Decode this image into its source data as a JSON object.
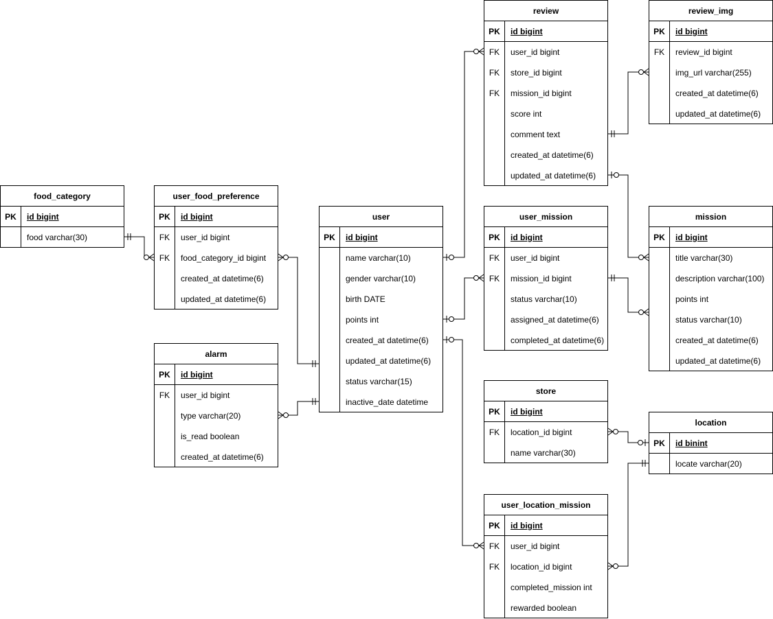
{
  "tables": {
    "food_category": {
      "name": "food_category",
      "rows": [
        {
          "key": "PK",
          "field": "id bigint"
        },
        {
          "key": "",
          "field": "food varchar(30)"
        }
      ]
    },
    "user_food_preference": {
      "name": "user_food_preference",
      "rows": [
        {
          "key": "PK",
          "field": "id bigint"
        },
        {
          "key": "FK",
          "field": "user_id bigint"
        },
        {
          "key": "FK",
          "field": "food_category_id bigint"
        },
        {
          "key": "",
          "field": "created_at datetime(6)"
        },
        {
          "key": "",
          "field": "updated_at datetime(6)"
        }
      ]
    },
    "alarm": {
      "name": "alarm",
      "rows": [
        {
          "key": "PK",
          "field": "id bigint"
        },
        {
          "key": "FK",
          "field": "user_id bigint"
        },
        {
          "key": "",
          "field": "type varchar(20)"
        },
        {
          "key": "",
          "field": "is_read boolean"
        },
        {
          "key": "",
          "field": "created_at datetime(6)"
        }
      ]
    },
    "user": {
      "name": "user",
      "rows": [
        {
          "key": "PK",
          "field": "id bigint"
        },
        {
          "key": "",
          "field": "name varchar(10)"
        },
        {
          "key": "",
          "field": "gender varchar(10)"
        },
        {
          "key": "",
          "field": "birth DATE"
        },
        {
          "key": "",
          "field": "points int"
        },
        {
          "key": "",
          "field": "created_at datetime(6)"
        },
        {
          "key": "",
          "field": "updated_at datetime(6)"
        },
        {
          "key": "",
          "field": "status varchar(15)"
        },
        {
          "key": "",
          "field": "inactive_date datetime"
        }
      ]
    },
    "review": {
      "name": "review",
      "rows": [
        {
          "key": "PK",
          "field": "id bigint"
        },
        {
          "key": "FK",
          "field": "user_id bigint"
        },
        {
          "key": "FK",
          "field": "store_id bigint"
        },
        {
          "key": "FK",
          "field": "mission_id bigint"
        },
        {
          "key": "",
          "field": "score int"
        },
        {
          "key": "",
          "field": "comment text"
        },
        {
          "key": "",
          "field": "created_at datetime(6)"
        },
        {
          "key": "",
          "field": "updated_at datetime(6)"
        }
      ]
    },
    "review_img": {
      "name": "review_img",
      "rows": [
        {
          "key": "PK",
          "field": "id bigint"
        },
        {
          "key": "FK",
          "field": "review_id bigint"
        },
        {
          "key": "",
          "field": "img_url varchar(255)"
        },
        {
          "key": "",
          "field": "created_at datetime(6)"
        },
        {
          "key": "",
          "field": "updated_at datetime(6)"
        }
      ]
    },
    "user_mission": {
      "name": "user_mission",
      "rows": [
        {
          "key": "PK",
          "field": "id bigint"
        },
        {
          "key": "FK",
          "field": "user_id bigint"
        },
        {
          "key": "FK",
          "field": "mission_id bigint"
        },
        {
          "key": "",
          "field": "status varchar(10)"
        },
        {
          "key": "",
          "field": "assigned_at datetime(6)"
        },
        {
          "key": "",
          "field": "completed_at datetime(6)"
        }
      ]
    },
    "mission": {
      "name": "mission",
      "rows": [
        {
          "key": "PK",
          "field": "id bigint"
        },
        {
          "key": "",
          "field": "title varchar(30)"
        },
        {
          "key": "",
          "field": "description varchar(100)"
        },
        {
          "key": "",
          "field": "points int"
        },
        {
          "key": "",
          "field": "status varchar(10)"
        },
        {
          "key": "",
          "field": "created_at datetime(6)"
        },
        {
          "key": "",
          "field": "updated_at datetime(6)"
        }
      ]
    },
    "store": {
      "name": "store",
      "rows": [
        {
          "key": "PK",
          "field": "id bigint"
        },
        {
          "key": "FK",
          "field": "location_id bigint"
        },
        {
          "key": "",
          "field": "name varchar(30)"
        }
      ]
    },
    "location": {
      "name": "location",
      "rows": [
        {
          "key": "PK",
          "field": "id binint"
        },
        {
          "key": "",
          "field": "locate varchar(20)"
        }
      ]
    },
    "user_location_mission": {
      "name": "user_location_mission",
      "rows": [
        {
          "key": "PK",
          "field": "id bigint"
        },
        {
          "key": "FK",
          "field": "user_id bigint"
        },
        {
          "key": "FK",
          "field": "location_id bigint"
        },
        {
          "key": "",
          "field": "completed_mission int"
        },
        {
          "key": "",
          "field": "rewarded boolean"
        }
      ]
    }
  }
}
